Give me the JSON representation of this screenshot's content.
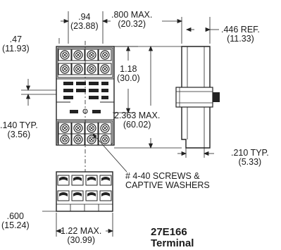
{
  "dimensions": {
    "width_top": {
      "inch": ".94",
      "mm": "(23.88)"
    },
    "depth_max": {
      "inch": ".800 MAX.",
      "mm": "(20.32)"
    },
    "ref": {
      "inch": ".446 REF.",
      "mm": "(11.33)"
    },
    "left_offset": {
      "inch": ".47",
      "mm": "(11.93)"
    },
    "mid_height": {
      "inch": "1.18",
      "mm": "(30.0)"
    },
    "height_max": {
      "inch": "2.363 MAX.",
      "mm": "(60.02)"
    },
    "typ_left": {
      "inch": ".140 TYP.",
      "mm": "(3.56)"
    },
    "typ_right": {
      "inch": ".210 TYP.",
      "mm": "(5.33)"
    },
    "bottom_offset": {
      "inch": ".600",
      "mm": "(15.24)"
    },
    "width_bottom": {
      "inch": "1.22 MAX.",
      "mm": "(30.99)"
    }
  },
  "note": {
    "line1": "# 4-40 SCREWS &",
    "line2": "CAPTIVE WASHERS"
  },
  "title": {
    "line1": "27E166",
    "line2": "Terminal"
  }
}
